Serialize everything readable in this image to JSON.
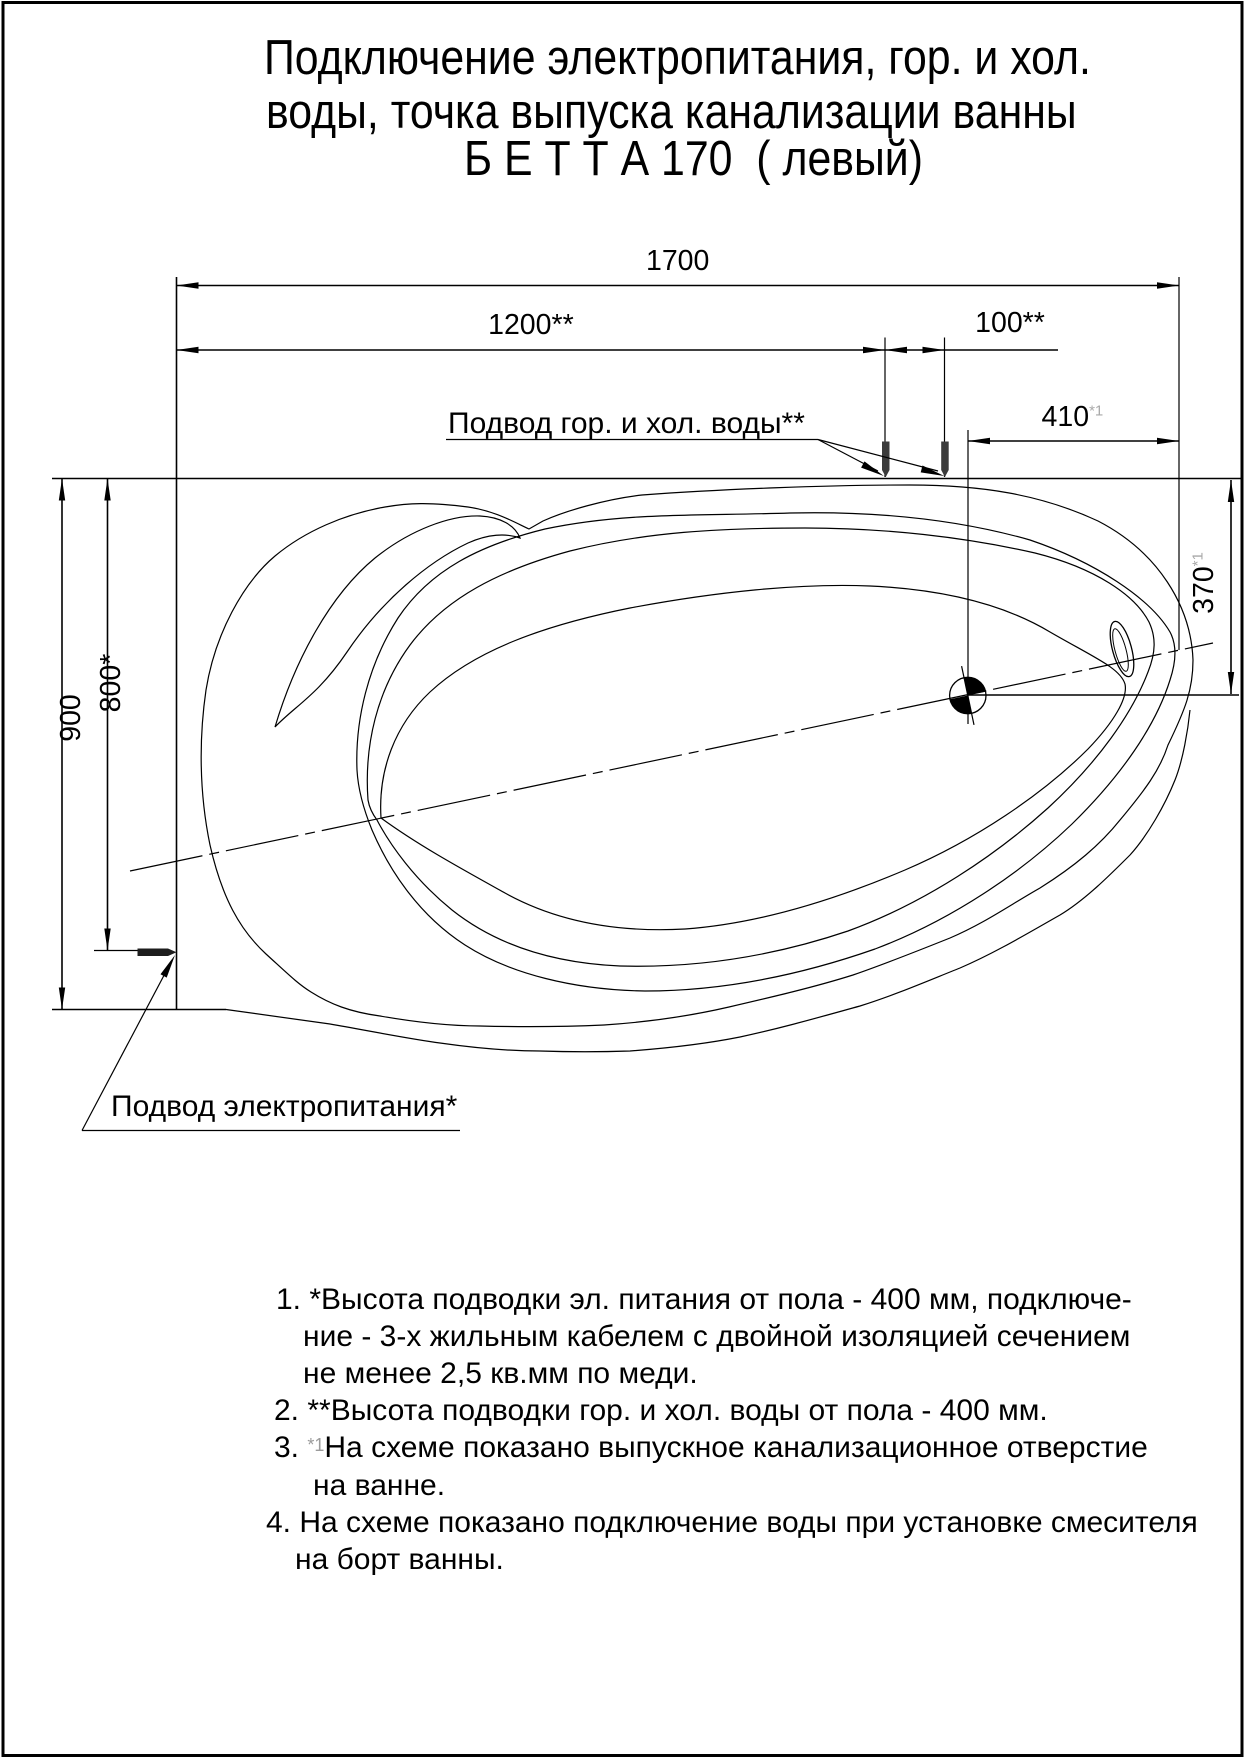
{
  "page": {
    "background": "#ffffff",
    "ink_color": "#000000",
    "footnote_mark_color": "#a9a9a9"
  },
  "title": {
    "line1": "Подключение электропитания, гор. и хол.",
    "line2": "воды, точка выпуска канализации ванны",
    "line3": "Б Е Т Т А 170  ( левый)"
  },
  "dimensions": {
    "total_length": "1700",
    "water_offset": "1200**",
    "water_spacing": "100**",
    "drain_from_right": "410",
    "drain_from_right_sup": "*1",
    "total_width": "900",
    "power_offset": "800*",
    "drain_from_top": "370",
    "drain_from_top_sup": "*1"
  },
  "leaders": {
    "water_label": "Подвод гор. и хол. воды**",
    "power_label": "Подвод электропитания*"
  },
  "notes": {
    "lines": [
      {
        "m": "1.",
        "t": "*Высота подводки эл. питания от пола - 400 мм, подключе-"
      },
      {
        "m": "",
        "t": "ние - 3-х жильным кабелем с двойной изоляцией сечением"
      },
      {
        "m": "",
        "t": "не менее 2,5 кв.мм по меди."
      },
      {
        "m": "2.",
        "t": "**Высота подводки гор. и хол. воды от пола - 400 мм."
      },
      {
        "m": "3.",
        "sup": "*1",
        "t": "На схеме показано выпускное канализационное отверстие"
      },
      {
        "m": "",
        "t": "на ванне."
      },
      {
        "m": "4.",
        "t": "На схеме показано подключение воды при установке смесителя"
      },
      {
        "m": "",
        "t": "на борт ванны."
      }
    ]
  }
}
